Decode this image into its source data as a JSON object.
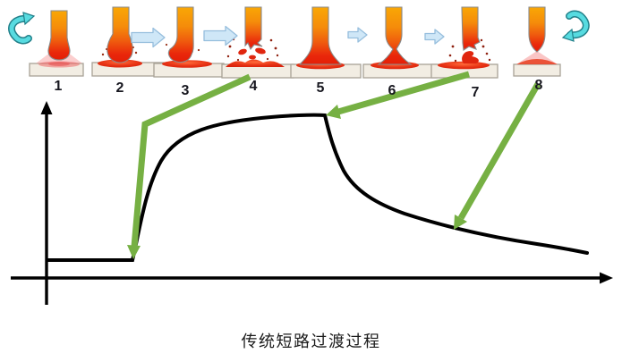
{
  "caption": "传统短路过渡过程",
  "stages": [
    {
      "label": "1"
    },
    {
      "label": "2"
    },
    {
      "label": "3"
    },
    {
      "label": "4"
    },
    {
      "label": "5"
    },
    {
      "label": "6"
    },
    {
      "label": "7"
    },
    {
      "label": "8"
    }
  ],
  "icons": {
    "left_cycle": "cycle-arrow",
    "right_cycle": "cycle-arrow",
    "step_arrow": "right-block-arrow",
    "pointer_arrow": "green-pointer-arrow",
    "electrode": "welding-electrode"
  },
  "colors": {
    "pointer_green": "#76b043",
    "step_arrow_fill": "#cfe7f7",
    "step_arrow_stroke": "#96bedd",
    "cycle_fill": "#57dbe0",
    "cycle_stroke": "#23808a",
    "electrode_top": "#f9a705",
    "electrode_bottom": "#e41f07",
    "plate_fill": "#f2ede3",
    "plate_stroke": "#a8a296",
    "puddle_red": "#e73214",
    "curve_black": "#000000"
  }
}
